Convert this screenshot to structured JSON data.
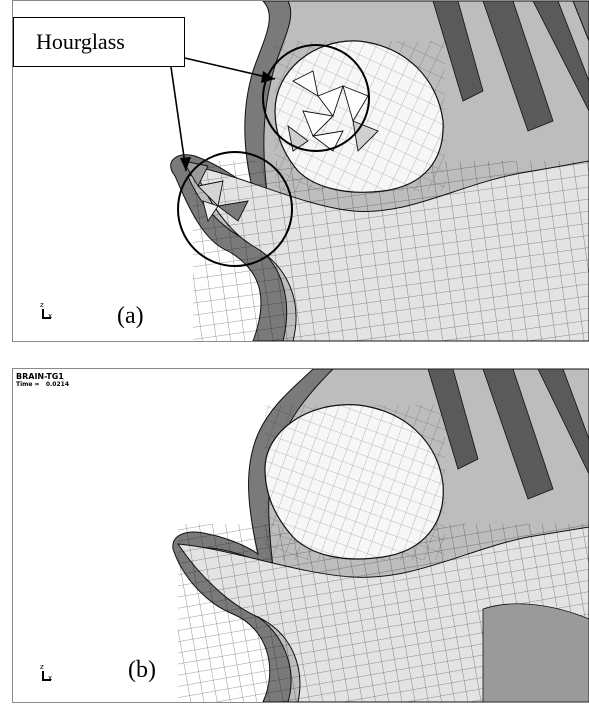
{
  "panel_a": {
    "callout_label": "Hourglass",
    "caption": "(a)",
    "axis_z": "z",
    "axis_x": "x"
  },
  "panel_b": {
    "sim_title": "BRAIN-TG1",
    "sim_time": "Time =   0.0214",
    "caption": "(b)",
    "axis_z": "z",
    "axis_x": "x"
  },
  "colors": {
    "mesh_light": "#e6e6e6",
    "mesh_mid": "#bdbdbd",
    "mesh_dark": "#6e6e6e",
    "mesh_line": "#111111"
  }
}
